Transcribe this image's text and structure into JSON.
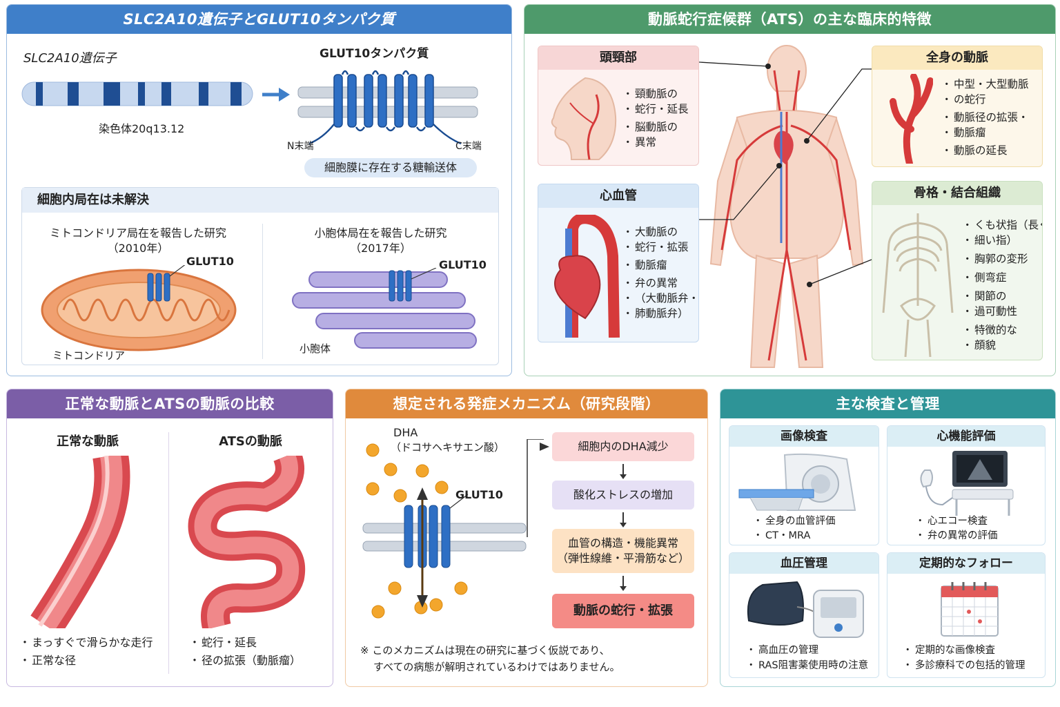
{
  "p1": {
    "title": "SLC2A10遺伝子とGLUT10タンパク質",
    "gene_label": "SLC2A10遺伝子",
    "protein_label": "GLUT10タンパク質",
    "chromosome": "染色体20q13.12",
    "n_term": "N末端",
    "c_term": "C末端",
    "membrane_note": "細胞膜に存在する糖輸送体",
    "sub_title": "細胞内局在は未解決",
    "mito_study": "ミトコンドリア局在を報告した研究",
    "mito_year": "（2010年）",
    "mito_glut": "GLUT10",
    "mito_label": "ミトコンドリア",
    "er_study": "小胞体局在を報告した研究",
    "er_year": "（2017年）",
    "er_glut": "GLUT10",
    "er_label": "小胞体"
  },
  "p2": {
    "title": "動脈蛇行症候群（ATS）の主な臨床的特徴",
    "head": {
      "title": "頭頸部",
      "items": [
        "頸動脈の",
        "蛇行・延長",
        "脳動脈の",
        "異常"
      ]
    },
    "cardio": {
      "title": "心血管",
      "items": [
        "大動脈の",
        "蛇行・拡張",
        "動脈瘤",
        "弁の異常",
        "（大動脈弁・",
        "肺動脈弁）"
      ]
    },
    "systemic": {
      "title": "全身の動脈",
      "items": [
        "中型・大型動脈",
        "の蛇行",
        "動脈径の拡張・",
        "動脈瘤",
        "動脈の延長"
      ]
    },
    "skeletal": {
      "title": "骨格・結合組織",
      "items": [
        "くも状指（長く",
        "細い指）",
        "胸郭の変形",
        "側弯症",
        "関節の",
        "過可動性",
        "特徴的な",
        "顔貌"
      ]
    }
  },
  "p3": {
    "title": "正常な動脈とATSの動脈の比較",
    "normal_title": "正常な動脈",
    "ats_title": "ATSの動脈",
    "normal_items": [
      "まっすぐで滑らかな走行",
      "正常な径"
    ],
    "ats_items": [
      "蛇行・延長",
      "径の拡張（動脈瘤）"
    ]
  },
  "p4": {
    "title": "想定される発症メカニズム（研究段階）",
    "dha": "DHA",
    "dha_full": "（ドコサヘキサエン酸）",
    "glut": "GLUT10",
    "flow": [
      "細胞内のDHA減少",
      "酸化ストレスの増加",
      "血管の構造・機能異常",
      "（弾性線維・平滑筋など）",
      "動脈の蛇行・拡張"
    ],
    "note1": "※ このメカニズムは現在の研究に基づく仮説であり、",
    "note2": "すべての病態が解明されているわけではありません。"
  },
  "p5": {
    "title": "主な検査と管理",
    "imaging": {
      "title": "画像検査",
      "items": [
        "全身の血管評価",
        "CT・MRA"
      ]
    },
    "cardiac": {
      "title": "心機能評価",
      "items": [
        "心エコー検査",
        "弁の異常の評価"
      ]
    },
    "bp": {
      "title": "血圧管理",
      "items": [
        "高血圧の管理",
        "RAS阻害薬使用時の注意"
      ]
    },
    "follow": {
      "title": "定期的なフォロー",
      "items": [
        "定期的な画像検査",
        "多診療科での包括的管理"
      ]
    }
  },
  "colors": {
    "blue": "#3f7fc9",
    "green": "#4e9a6b",
    "purple": "#7b5ea7",
    "orange": "#e08a3c",
    "teal": "#2e9497",
    "artery": "#e0575b"
  }
}
